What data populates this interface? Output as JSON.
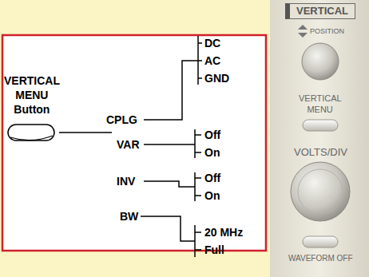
{
  "diagram": {
    "nodes": [
      {
        "text": [
          "VERTICAL"
        ]
      }
    ],
    "labels": [
      "VERTICAL MENU Button",
      "CPLG",
      "DC",
      "AC",
      "GND",
      "VAR",
      "Off",
      "On",
      "INV",
      "Off",
      "On",
      "BW",
      "20 MHz",
      "Full",
      "POSITION",
      "VERTICAL MENU",
      "VOLTS/DIV",
      "WAVEFORM OFF"
    ]
  }
}
